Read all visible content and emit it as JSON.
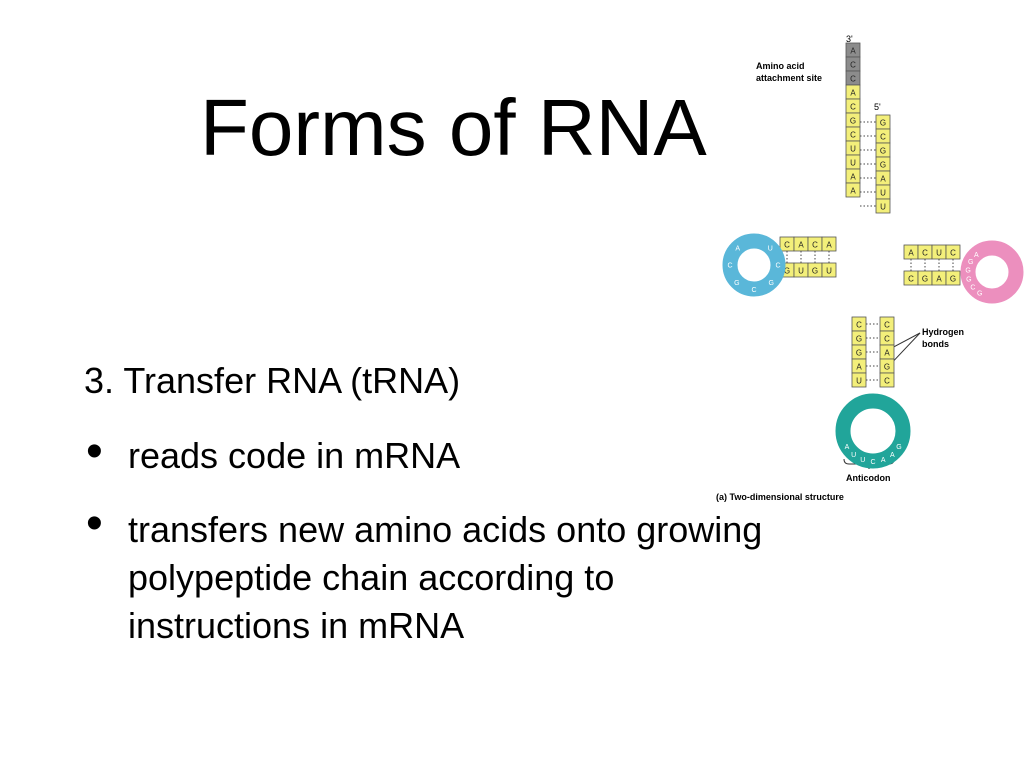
{
  "slide": {
    "title": "Forms of RNA",
    "heading": "3. Transfer RNA (tRNA)",
    "bullets": [
      {
        "lines": [
          "reads code in mRNA"
        ]
      },
      {
        "lines": [
          "transfers new amino acids onto growing",
          "polypeptide chain according to",
          "instructions in mRNA"
        ]
      }
    ]
  },
  "diagram": {
    "label_3prime": "3'",
    "label_5prime": "5'",
    "label_attachment_line1": "Amino acid",
    "label_attachment_line2": "attachment site",
    "label_hbonds_line1": "Hydrogen",
    "label_hbonds_line2": "bonds",
    "label_anticodon": "Anticodon",
    "caption": "(a) Two-dimensional structure",
    "stem_left_bases": [
      "A",
      "C",
      "C",
      "A",
      "C",
      "G",
      "C",
      "U",
      "U",
      "A",
      "A"
    ],
    "stem_right_bases": [
      "G",
      "C",
      "G",
      "G",
      "A",
      "U",
      "U"
    ],
    "arm_left_top_bases": [
      "C",
      "A",
      "C",
      "A"
    ],
    "arm_left_bottom_bases": [
      "G",
      "U",
      "G",
      "U"
    ],
    "arm_right_top_bases": [
      "A",
      "C",
      "U",
      "C"
    ],
    "arm_right_bottom_bases": [
      "C",
      "G",
      "A",
      "G"
    ],
    "anticodon_stem_left": [
      "C",
      "G",
      "G",
      "A",
      "U"
    ],
    "anticodon_stem_right": [
      "C",
      "C",
      "A",
      "G",
      "C"
    ],
    "anticodon_bases": [
      "A",
      "A",
      "G"
    ],
    "colors": {
      "stem": "#f3ef7a",
      "acceptor_end": "#8c8c8c",
      "left_loop": "#5ab7d9",
      "right_loop": "#ec8fbe",
      "anticodon_loop": "#21a59a",
      "base_outline": "#555555"
    }
  }
}
